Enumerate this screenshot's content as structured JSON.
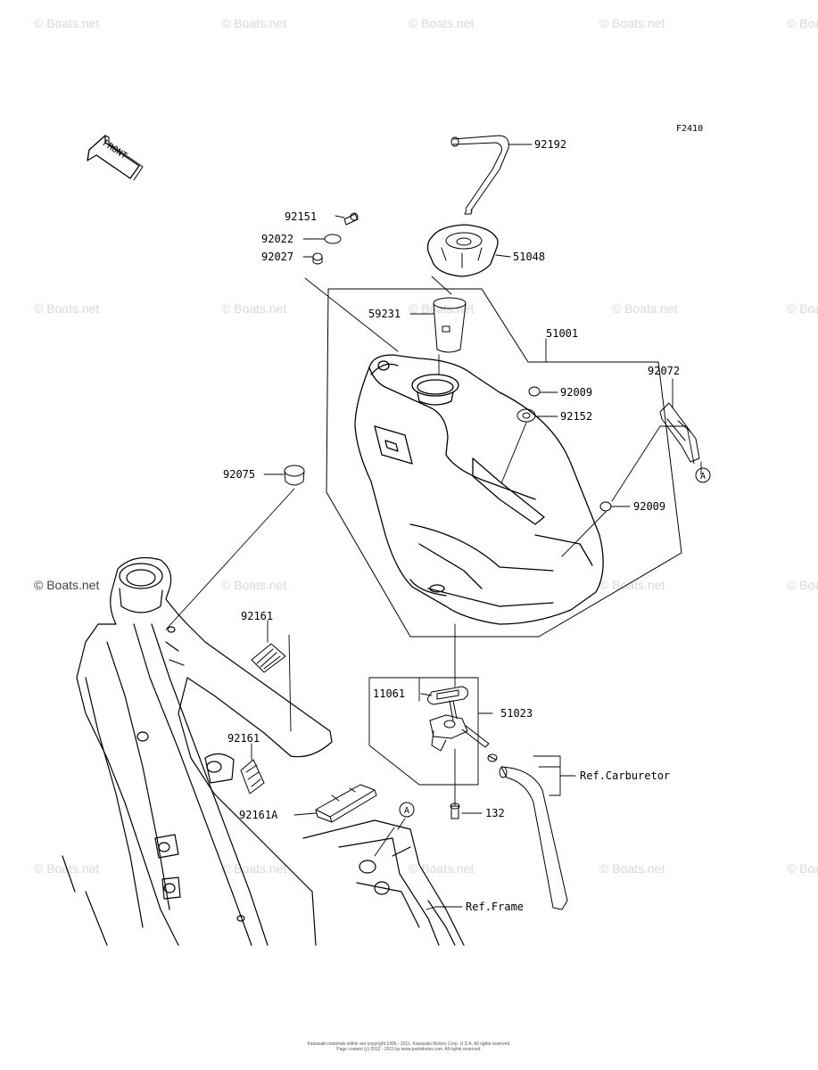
{
  "figure_code": "F2410",
  "watermark": "© Boats.net",
  "front_label": "FRONT",
  "parts": {
    "p92192": "92192",
    "p92151": "92151",
    "p92022": "92022",
    "p92027": "92027",
    "p51048": "51048",
    "p59231": "59231",
    "p51001": "51001",
    "p92072": "92072",
    "p92009a": "92009",
    "p92152": "92152",
    "p92075": "92075",
    "p92009b": "92009",
    "p92161a": "92161",
    "p11061": "11061",
    "p51023": "51023",
    "p92161b": "92161",
    "ref_carb": "Ref.Carburetor",
    "p92161A": "92161A",
    "p132": "132",
    "ref_frame": "Ref.Frame",
    "ref_a": "A"
  },
  "copyright": {
    "line1": "Kawasaki materials within are copyright 1995 - 2011, Kawasaki Motors Corp. U.S.A. All rights reserved.",
    "line2": "Page content (c) 2012 - 2011 by www.partsfinder.com. All rights reserved."
  }
}
